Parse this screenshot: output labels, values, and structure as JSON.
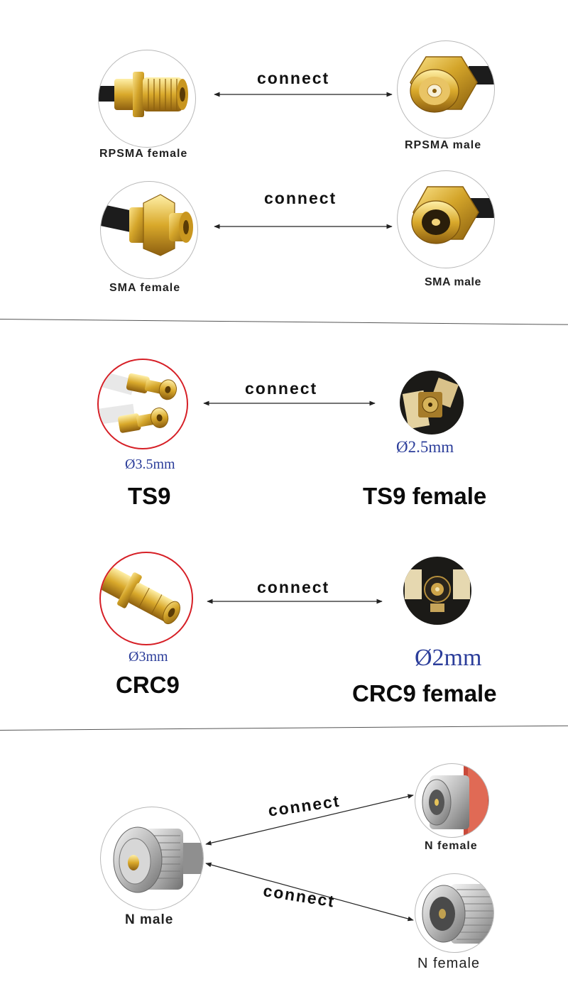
{
  "colors": {
    "gold": "#d4a52a",
    "gold_dark": "#9c7214",
    "silver": "#bfbfbf",
    "red_ring": "#d61f26",
    "dimension_blue": "#2b3d9a"
  },
  "section1": {
    "row1": {
      "left_label": "RPSMA female",
      "right_label": "RPSMA male",
      "connect": "connect"
    },
    "row2": {
      "left_label": "SMA female",
      "right_label": "SMA male",
      "connect": "connect"
    }
  },
  "section2": {
    "row1": {
      "left_label": "TS9",
      "left_dim": "Ø3.5mm",
      "right_label": "TS9 female",
      "right_dim": "Ø2.5mm",
      "connect": "connect"
    },
    "row2": {
      "left_label": "CRC9",
      "left_dim": "Ø3mm",
      "right_label": "CRC9 female",
      "right_dim": "Ø2mm",
      "connect": "connect"
    }
  },
  "section3": {
    "left_label": "N male",
    "top_right_label": "N female",
    "bottom_right_label": "N female",
    "connect_top": "connect",
    "connect_bottom": "connect"
  },
  "icons": [
    "rpsma-female-connector-icon",
    "rpsma-male-connector-icon",
    "sma-female-connector-icon",
    "sma-male-connector-icon",
    "ts9-plug-icon",
    "ts9-socket-icon",
    "crc9-plug-icon",
    "crc9-socket-icon",
    "n-male-connector-icon",
    "n-female-connector-icon"
  ]
}
